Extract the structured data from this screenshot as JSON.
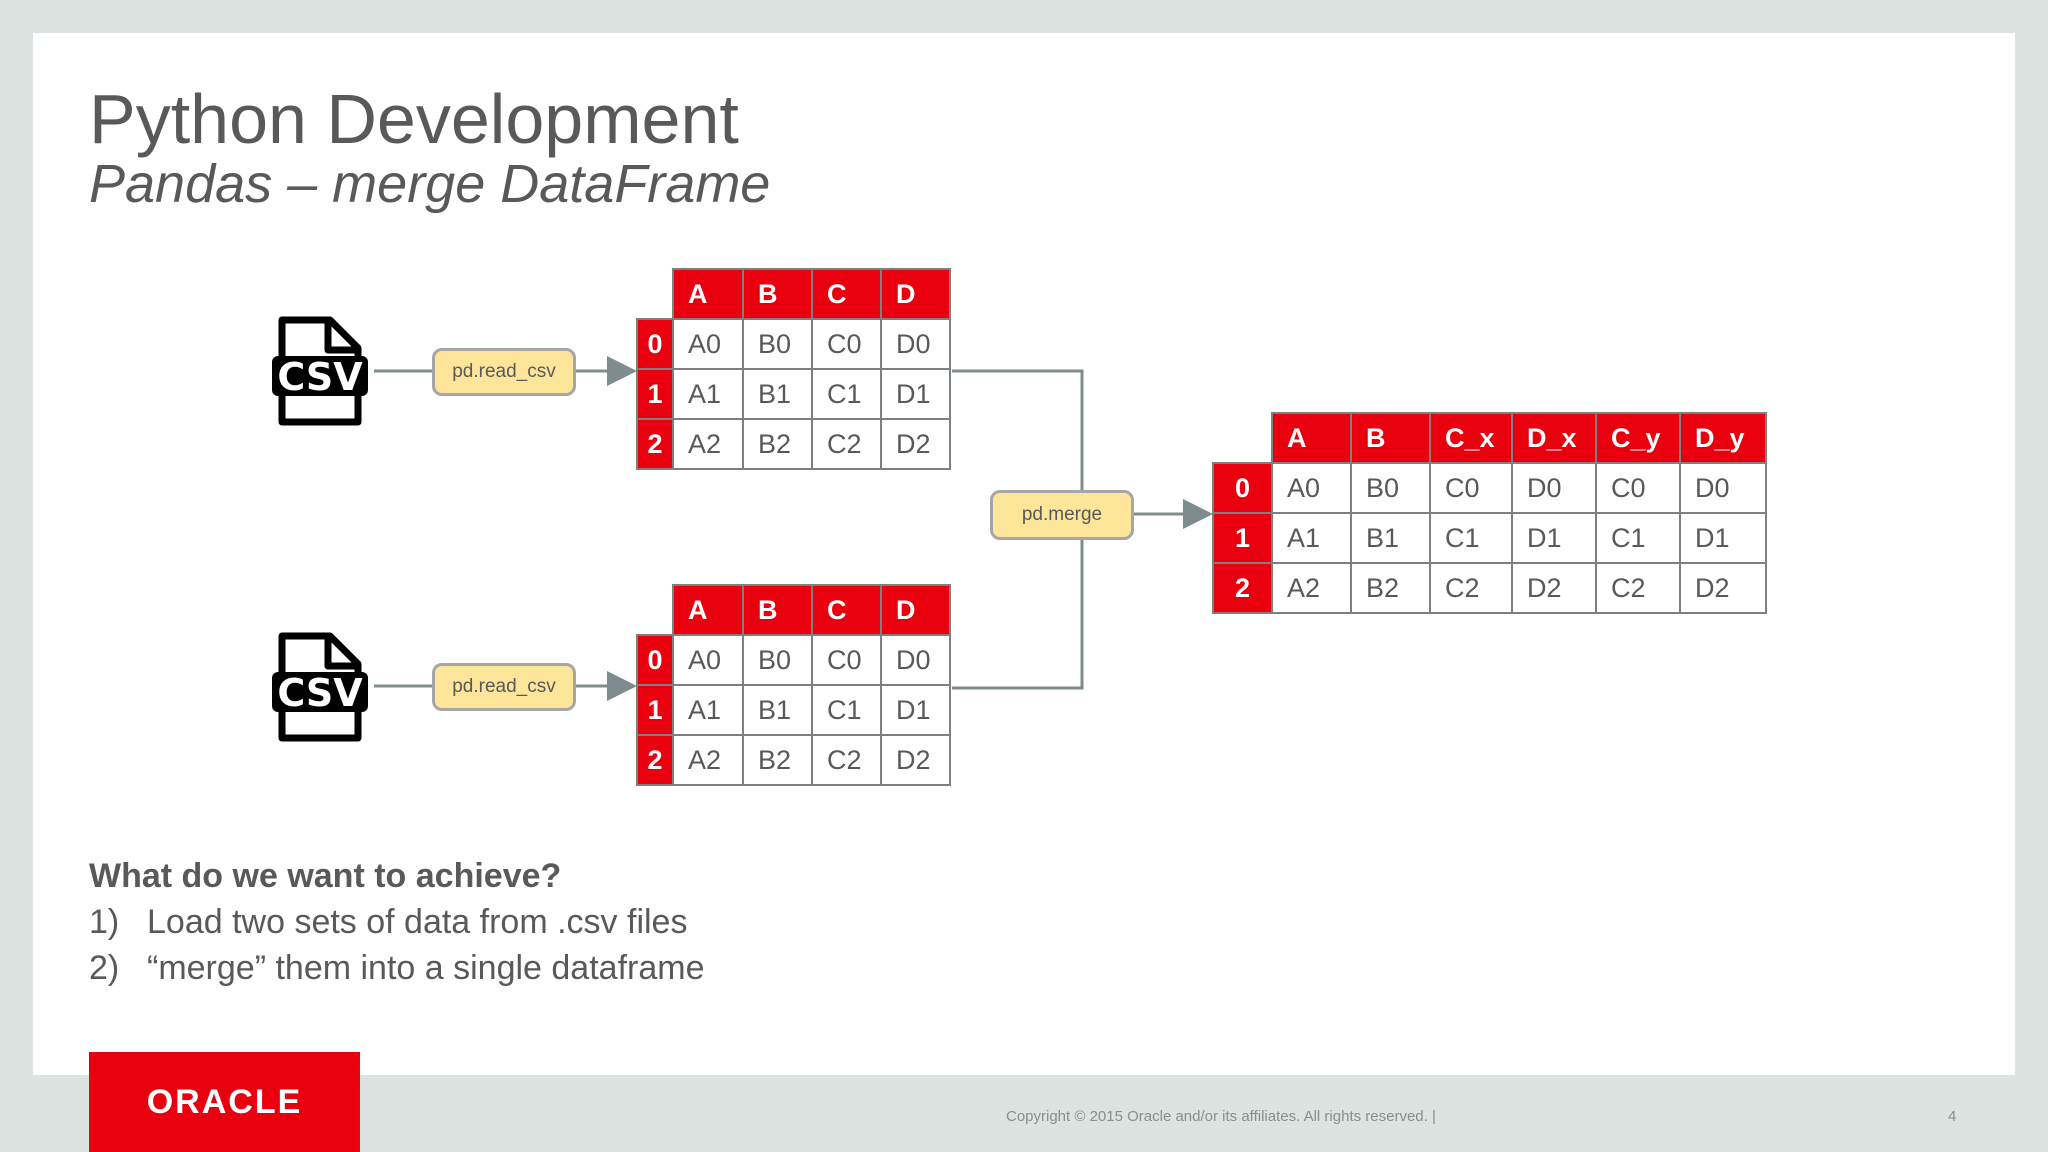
{
  "title": "Python Development",
  "subtitle": "Pandas – merge DataFrame",
  "csv_label": "CSV",
  "read_fn_label": "pd.read_csv",
  "merge_fn_label": "pd.merge",
  "input_table": {
    "columns": [
      "A",
      "B",
      "C",
      "D"
    ],
    "rows": [
      {
        "index": "0",
        "cells": [
          "A0",
          "B0",
          "C0",
          "D0"
        ]
      },
      {
        "index": "1",
        "cells": [
          "A1",
          "B1",
          "C1",
          "D1"
        ]
      },
      {
        "index": "2",
        "cells": [
          "A2",
          "B2",
          "C2",
          "D2"
        ]
      }
    ]
  },
  "output_table": {
    "columns": [
      "A",
      "B",
      "C_x",
      "D_x",
      "C_y",
      "D_y"
    ],
    "rows": [
      {
        "index": "0",
        "cells": [
          "A0",
          "B0",
          "C0",
          "D0",
          "C0",
          "D0"
        ]
      },
      {
        "index": "1",
        "cells": [
          "A1",
          "B1",
          "C1",
          "D1",
          "C1",
          "D1"
        ]
      },
      {
        "index": "2",
        "cells": [
          "A2",
          "B2",
          "C2",
          "D2",
          "C2",
          "D2"
        ]
      }
    ]
  },
  "goals": {
    "heading": "What do we want to achieve?",
    "items": [
      {
        "num": "1)",
        "text": "Load two sets of data from .csv files"
      },
      {
        "num": "2)",
        "text": "“merge” them into a single dataframe"
      }
    ]
  },
  "footer": {
    "logo": "ORACLE",
    "copyright": "Copyright © 2015 Oracle and/or its affiliates. All rights reserved.  |",
    "page": "4"
  },
  "colors": {
    "accent_red": "#e8000f",
    "box_yellow": "#fde599",
    "text_gray": "#595959",
    "line_gray": "#7f8c8d"
  },
  "icons": {
    "csv_file": "csv-file-icon"
  }
}
